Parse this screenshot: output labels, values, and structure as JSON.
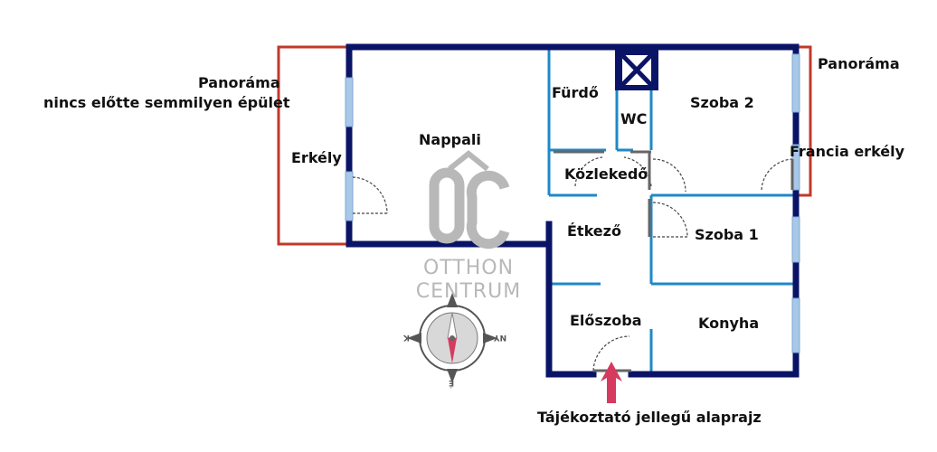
{
  "labels": {
    "panorama_left": "Panoráma",
    "panorama_left_sub": "nincs előtte semmilyen épület",
    "panorama_right": "Panoráma",
    "erkely": "Erkély",
    "nappali": "Nappali",
    "furdo": "Fürdő",
    "wc": "WC",
    "szoba2": "Szoba 2",
    "francia_erkely": "Francia erkély",
    "kozlekedo": "Közlekedő",
    "etkezo": "Étkező",
    "szoba1": "Szoba 1",
    "eloszoba": "Előszoba",
    "konyha": "Konyha",
    "caption": "Tájékoztató jellegű alaprajz"
  },
  "logo": {
    "mark": "ÔC",
    "line1": "OTTHON",
    "line2": "CENTRUM"
  },
  "compass": {
    "west": "K",
    "east": "NY",
    "south": "É"
  },
  "colors": {
    "outer_wall": "#0a1466",
    "inner_wall": "#1e88c8",
    "balcony": "#c0392b",
    "window": "#a8c8e8",
    "entrance_arrow": "#d63a5e",
    "logo": "#b8b8b8"
  }
}
